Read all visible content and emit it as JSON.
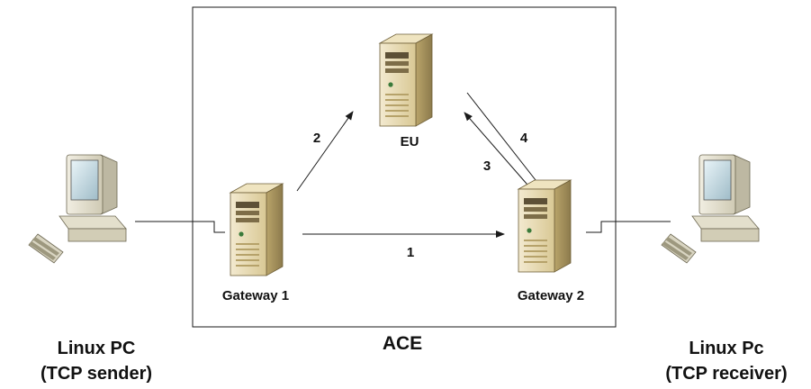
{
  "diagram": {
    "ace_label": "ACE",
    "nodes": {
      "eu": {
        "label": "EU"
      },
      "gateway1": {
        "label": "Gateway 1"
      },
      "gateway2": {
        "label": "Gateway 2"
      },
      "sender": {
        "line1": "Linux PC",
        "line2": "(TCP sender)"
      },
      "receiver": {
        "line1": "Linux Pc",
        "line2": "(TCP receiver)"
      }
    },
    "flows": {
      "f1": "1",
      "f2": "2",
      "f3": "3",
      "f4": "4"
    },
    "colors": {
      "line": "#1a1a1a",
      "server_body": "#e9dcb4",
      "server_dark": "#8c7a4c",
      "pc_body": "#e6e2d0"
    }
  }
}
